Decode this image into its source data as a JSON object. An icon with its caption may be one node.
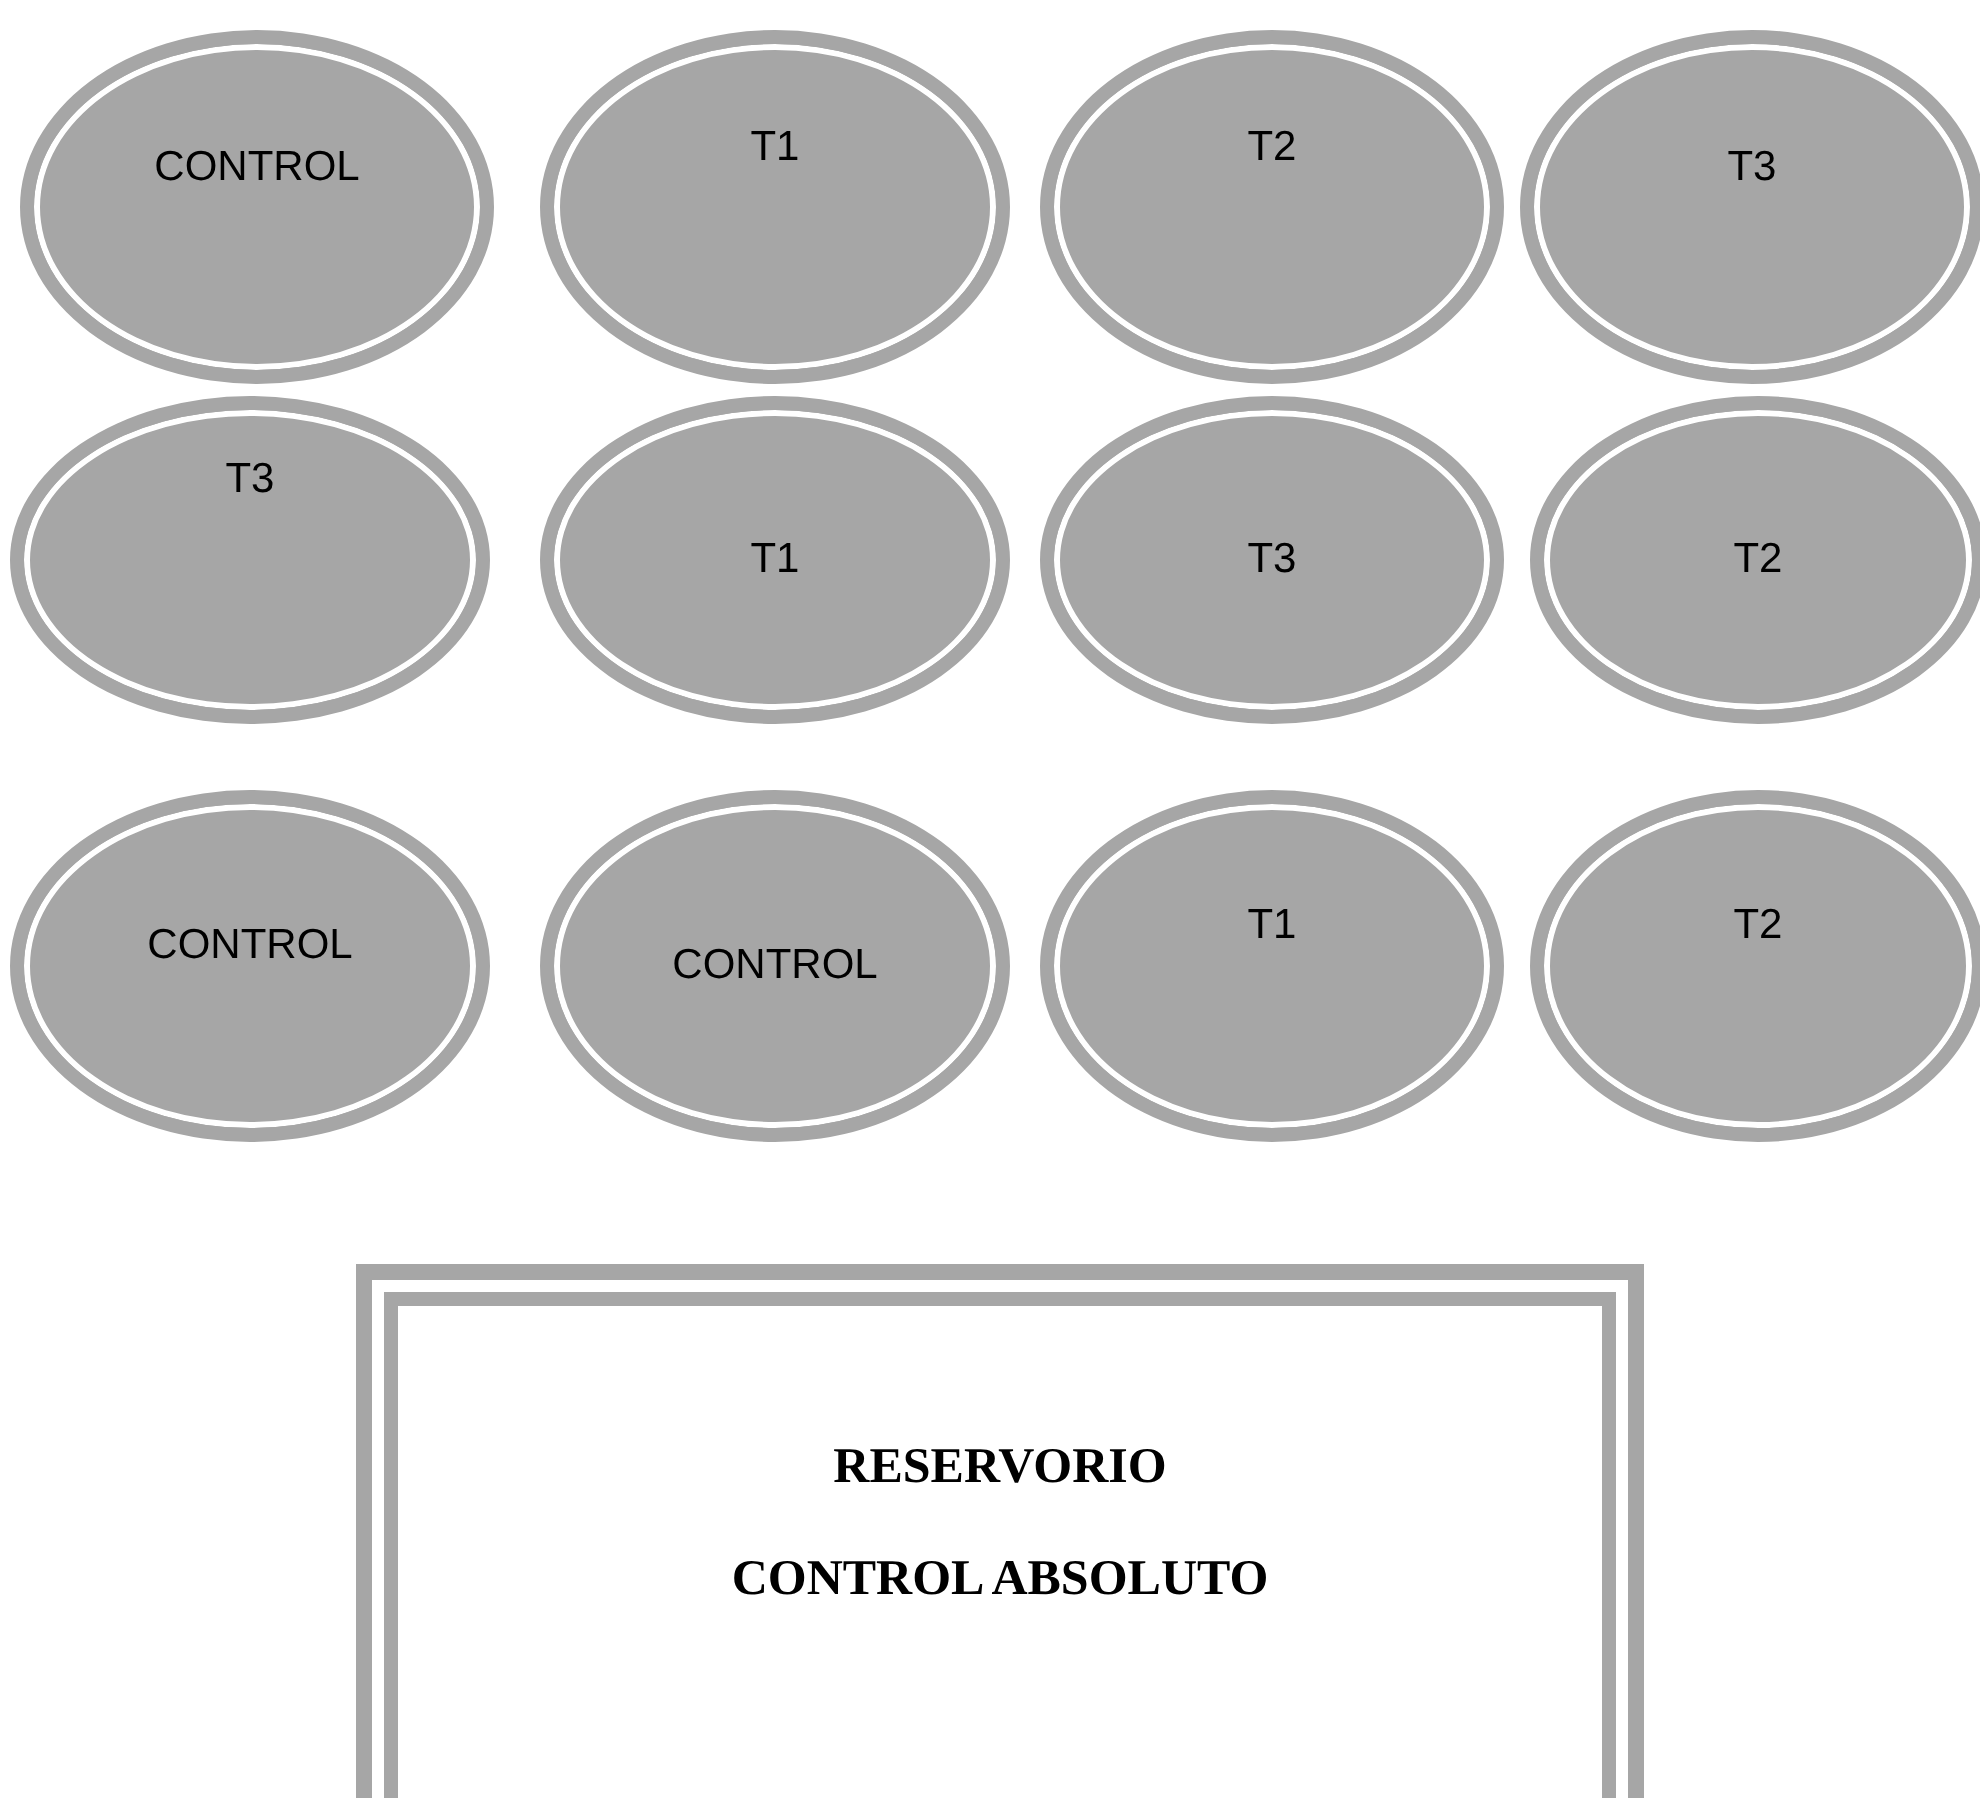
{
  "diagram": {
    "nodes": [
      {
        "text": [
          "CONTROL"
        ]
      },
      {
        "text": [
          "T1"
        ]
      },
      {
        "text": [
          "T2"
        ]
      },
      {
        "text": [
          "T3"
        ]
      },
      {
        "text": [
          "T3"
        ]
      },
      {
        "text": [
          "T1"
        ]
      },
      {
        "text": [
          "T3"
        ]
      },
      {
        "text": [
          "T2"
        ]
      },
      {
        "text": [
          "CONTROL"
        ]
      },
      {
        "text": [
          "CONTROL"
        ]
      },
      {
        "text": [
          "T1"
        ]
      },
      {
        "text": [
          "T2"
        ]
      },
      {
        "text": [
          "RESERVORIO",
          "CONTROL ABSOLUTO"
        ]
      }
    ]
  }
}
